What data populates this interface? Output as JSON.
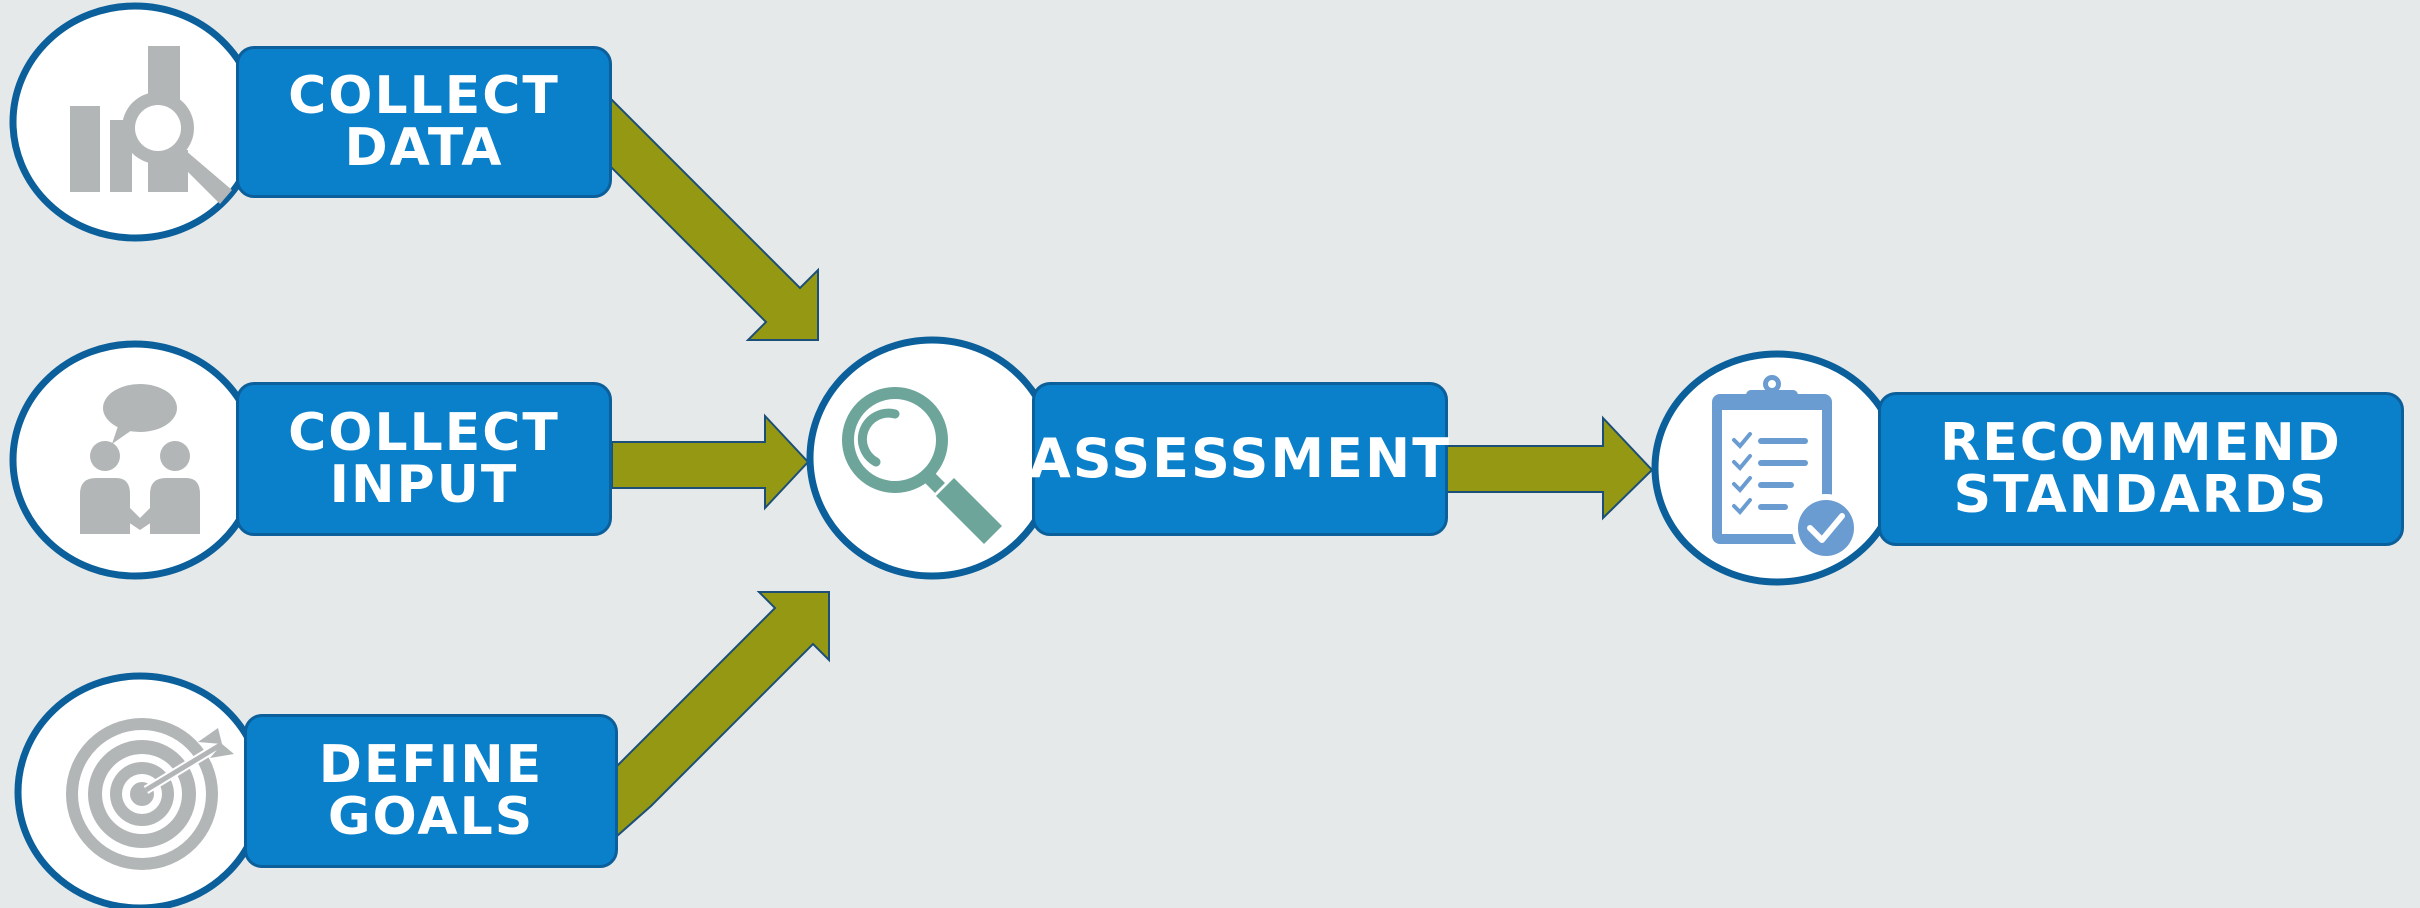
{
  "colors": {
    "background": "#e5e9ea",
    "box_fill": "#0a7fca",
    "box_border": "#0b5f9a",
    "circle_border": "#0b5f9a",
    "arrow_fill": "#959812",
    "arrow_stroke": "#1c4f77",
    "icon_gray": "#b3b6b7",
    "icon_teal": "#6da59b",
    "icon_blue": "#6a9cd2"
  },
  "steps": {
    "collect_data": {
      "icon": "bar-chart-magnifier-icon",
      "line1": "COLLECT",
      "line2": "DATA"
    },
    "collect_input": {
      "icon": "people-speech-bubble-icon",
      "line1": "COLLECT",
      "line2": "INPUT"
    },
    "define_goals": {
      "icon": "target-arrow-icon",
      "line1": "DEFINE",
      "line2": "GOALS"
    },
    "assessment": {
      "icon": "magnifying-glass-icon",
      "line1": "ASSESSMENT"
    },
    "recommend": {
      "icon": "clipboard-checklist-icon",
      "line1": "RECOMMEND",
      "line2": "STANDARDS"
    }
  }
}
